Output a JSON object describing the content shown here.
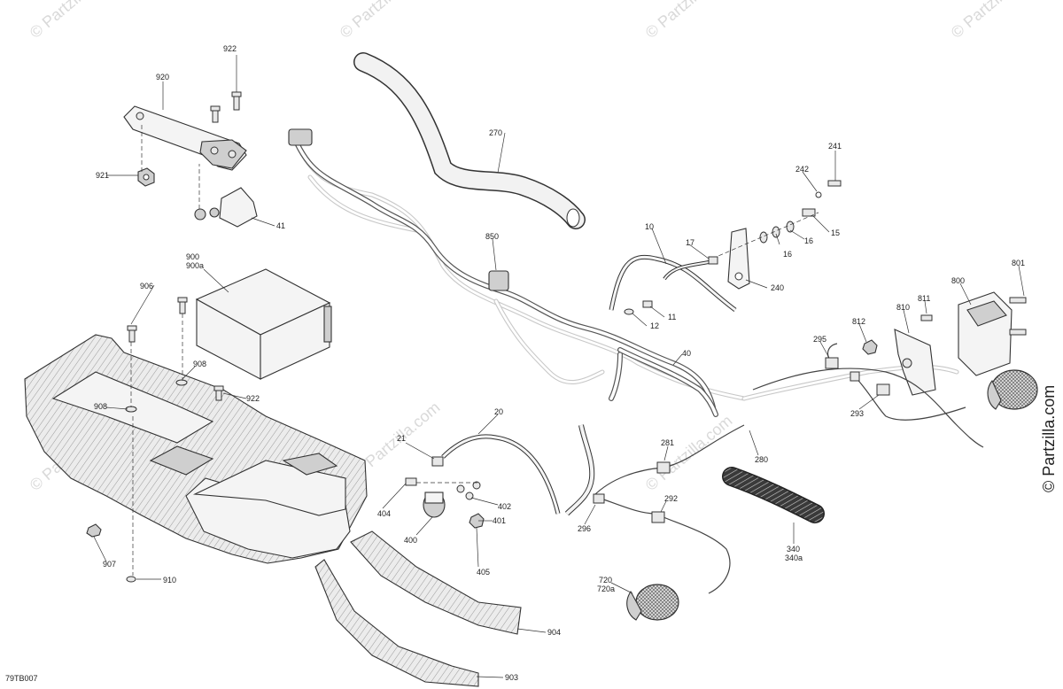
{
  "diagram": {
    "code": "79TB007",
    "copyright": "© Partzilla.com",
    "watermark_text": "© Partzilla.com"
  },
  "callouts": {
    "c922a": "922",
    "c920": "920",
    "c921": "921",
    "c41": "41",
    "c900": "900",
    "c900a": "900a",
    "c906": "906",
    "c908a": "908",
    "c922b": "922",
    "c908b": "908",
    "c907": "907",
    "c910": "910",
    "c270": "270",
    "c850": "850",
    "c10": "10",
    "c17": "17",
    "c11": "11",
    "c12": "12",
    "c40": "40",
    "c241": "241",
    "c242": "242",
    "c15": "15",
    "c16a": "16",
    "c16b": "16",
    "c240": "240",
    "c801": "801",
    "c800": "800",
    "c811": "811",
    "c810": "810",
    "c812": "812",
    "c295": "295",
    "c293": "293",
    "c20": "20",
    "c21": "21",
    "c404": "404",
    "c402": "402",
    "c401": "401",
    "c400": "400",
    "c405": "405",
    "c281": "281",
    "c280": "280",
    "c292": "292",
    "c296": "296",
    "c340": "340",
    "c340a": "340a",
    "c720": "720",
    "c720a": "720a",
    "c904": "904",
    "c903": "903"
  }
}
